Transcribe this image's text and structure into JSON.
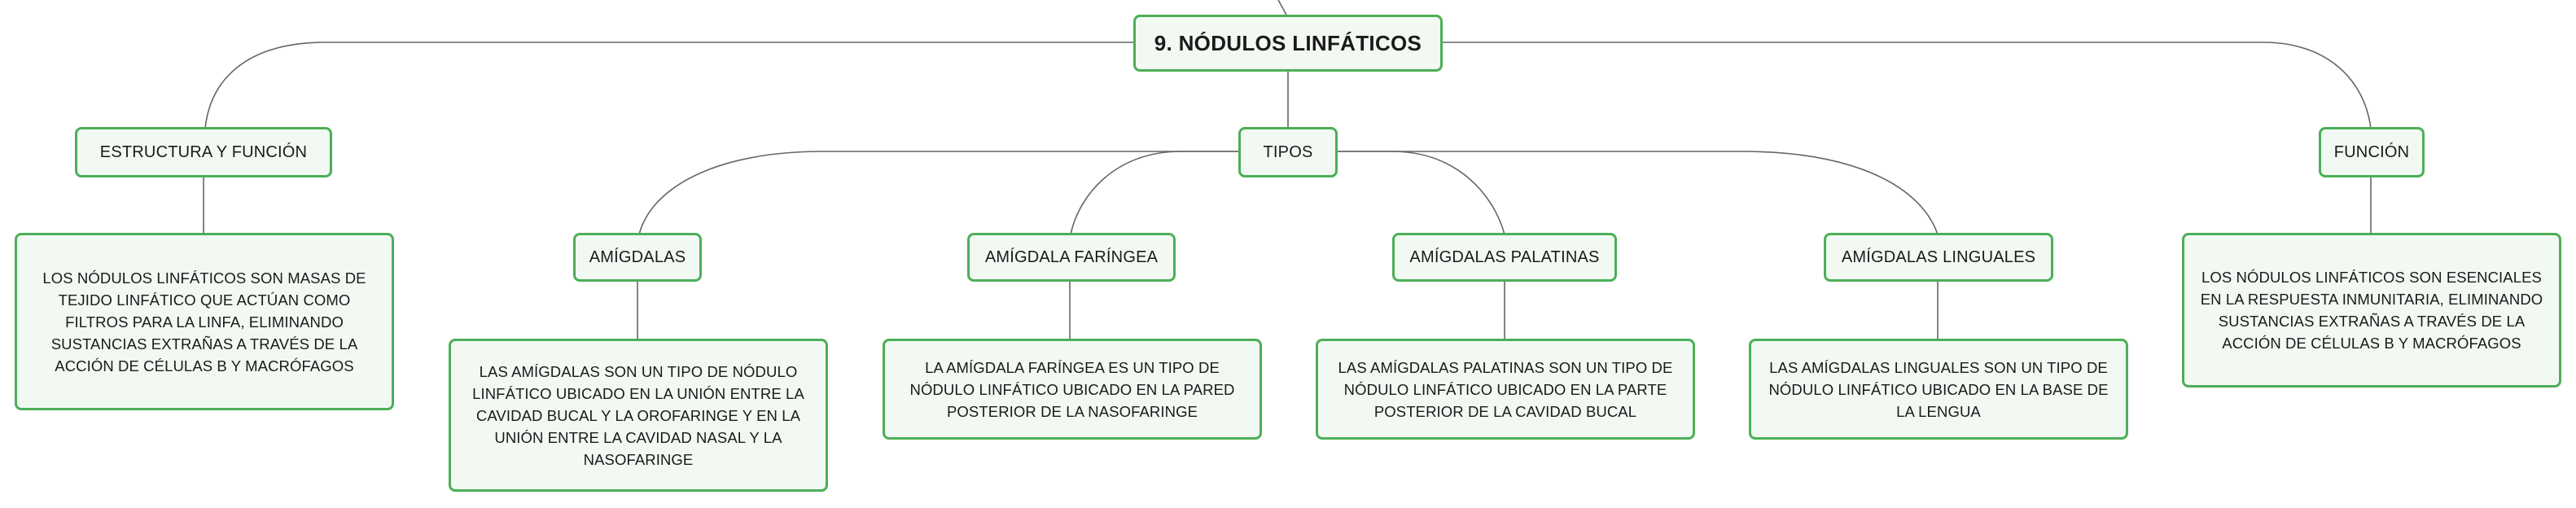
{
  "root": {
    "title": "9. NÓDULOS LINFÁTICOS"
  },
  "branches": {
    "estructura": {
      "label": "ESTRUCTURA Y FUNCIÓN",
      "description": "LOS NÓDULOS LINFÁTICOS SON MASAS DE TEJIDO LINFÁTICO QUE ACTÚAN COMO FILTROS PARA LA LINFA, ELIMINANDO SUSTANCIAS EXTRAÑAS A TRAVÉS DE LA ACCIÓN DE CÉLULAS B Y MACRÓFAGOS"
    },
    "tipos": {
      "label": "TIPOS",
      "children": {
        "amigdalas": {
          "label": "AMÍGDALAS",
          "description": "LAS AMÍGDALAS SON UN TIPO DE NÓDULO LINFÁTICO UBICADO EN LA UNIÓN ENTRE LA CAVIDAD BUCAL Y LA OROFARINGE Y EN LA UNIÓN ENTRE LA CAVIDAD NASAL Y LA NASOFARINGE"
        },
        "faringea": {
          "label": "AMÍGDALA FARÍNGEA",
          "description": "LA AMÍGDALA FARÍNGEA ES UN TIPO DE NÓDULO LINFÁTICO UBICADO EN LA PARED POSTERIOR DE LA NASOFARINGE"
        },
        "palatinas": {
          "label": "AMÍGDALAS PALATINAS",
          "description": "LAS AMÍGDALAS PALATINAS SON UN TIPO DE NÓDULO LINFÁTICO UBICADO EN LA PARTE POSTERIOR DE LA CAVIDAD BUCAL"
        },
        "linguales": {
          "label": "AMÍGDALAS LINGUALES",
          "description": "LAS AMÍGDALAS LINGUALES SON UN TIPO DE NÓDULO LINFÁTICO UBICADO EN LA BASE DE LA LENGUA"
        }
      }
    },
    "funcion": {
      "label": "FUNCIÓN",
      "description": "LOS NÓDULOS LINFÁTICOS SON ESENCIALES EN LA RESPUESTA INMUNITARIA, ELIMINANDO SUSTANCIAS EXTRAÑAS A TRAVÉS DE LA ACCIÓN DE CÉLULAS B Y MACRÓFAGOS"
    }
  },
  "colors": {
    "node_border": "#4caf57",
    "node_fill": "#f2f9f3",
    "connector": "#555555",
    "text": "#1a1a1a"
  }
}
